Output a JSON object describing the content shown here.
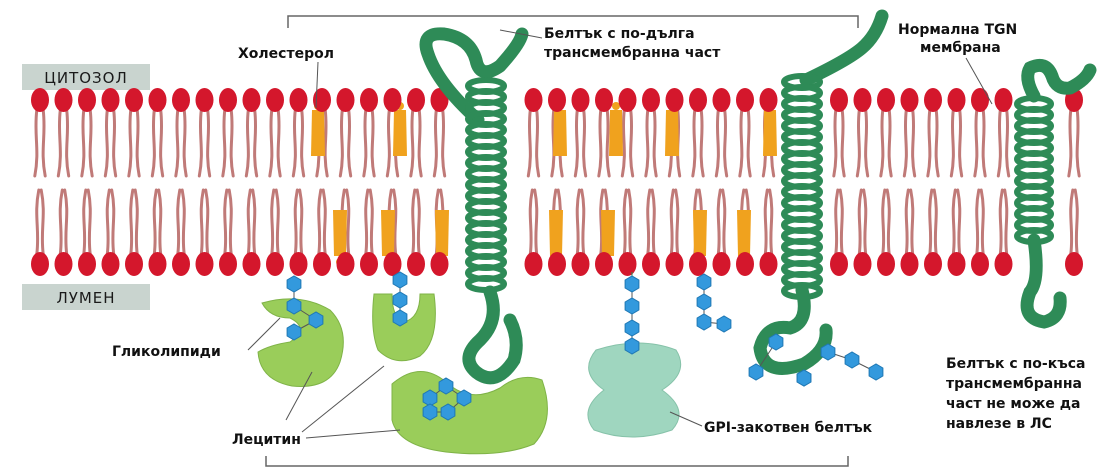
{
  "regions": {
    "cytosol": "ЦИТОЗОЛ",
    "lumen": "ЛУМЕН"
  },
  "labels": {
    "cholesterol": "Холестерол",
    "long_tm_line1": "Белтък с по-дълга",
    "long_tm_line2": "трансмембранна част",
    "normal_tgn_line1": "Нормална TGN",
    "normal_tgn_line2": "мембрана",
    "glycolipids": "Гликолипиди",
    "lecithin": "Лецитин",
    "gpi_protein": "GPI-закотвен белтък",
    "short_tm_line1": "Белтък с по-къса",
    "short_tm_line2": "трансмембранна",
    "short_tm_line3": "част не може да",
    "short_tm_line4": "навлезе в ЛС"
  },
  "colors": {
    "lipid_head": "#d4172c",
    "lipid_tail": "#c07a78",
    "cholesterol": "#f0a21e",
    "protein": "#2e8b57",
    "lectin": "#9acd5a",
    "gpi_protein": "#9fd6bf",
    "sugar": "#3399dd",
    "region_label_bg": "#c9d4cf"
  },
  "icons": {
    "cholesterol": "cholesterol-molecule",
    "sugar": "hexagon-sugar",
    "lectin": "lectin-shape"
  }
}
